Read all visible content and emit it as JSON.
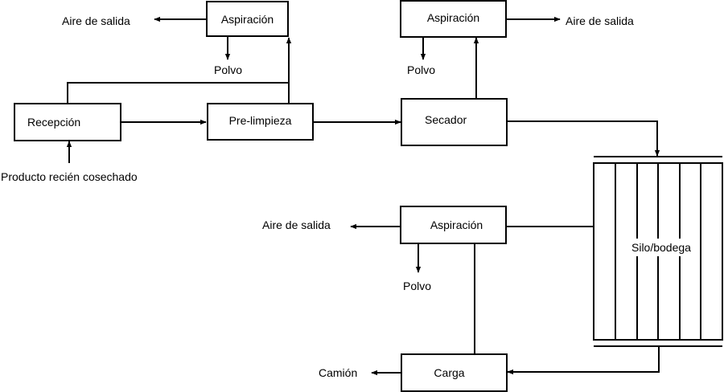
{
  "diagram": {
    "colors": {
      "line": "#000000",
      "background": "#ffffff"
    },
    "nodes": {
      "recepcion": "Recepción",
      "prelimpieza": "Pre-limpieza",
      "secador": "Secador",
      "silo": "Silo/bodega",
      "carga": "Carga",
      "aspiracion_1": "Aspiración",
      "aspiracion_2": "Aspiración",
      "aspiracion_3": "Aspiración"
    },
    "outputs": {
      "aire_1": "Aire de salida",
      "aire_2": "Aire de salida",
      "aire_3": "Aire de salida",
      "polvo_1": "Polvo",
      "polvo_2": "Polvo",
      "polvo_3": "Polvo",
      "camion": "Camión"
    },
    "inputs": {
      "producto": "Producto recién cosechado"
    },
    "edges": [
      [
        "producto",
        "recepcion"
      ],
      [
        "recepcion",
        "prelimpieza"
      ],
      [
        "recepcion",
        "aspiracion_1"
      ],
      [
        "prelimpieza",
        "aspiracion_1"
      ],
      [
        "aspiracion_1",
        "aire_1"
      ],
      [
        "aspiracion_1",
        "polvo_1"
      ],
      [
        "prelimpieza",
        "secador"
      ],
      [
        "secador",
        "aspiracion_2"
      ],
      [
        "aspiracion_2",
        "aire_2"
      ],
      [
        "aspiracion_2",
        "polvo_2"
      ],
      [
        "secador",
        "silo"
      ],
      [
        "silo",
        "aspiracion_3"
      ],
      [
        "carga",
        "aspiracion_3"
      ],
      [
        "aspiracion_3",
        "aire_3"
      ],
      [
        "aspiracion_3",
        "polvo_3"
      ],
      [
        "silo",
        "carga"
      ],
      [
        "carga",
        "camion"
      ]
    ]
  }
}
